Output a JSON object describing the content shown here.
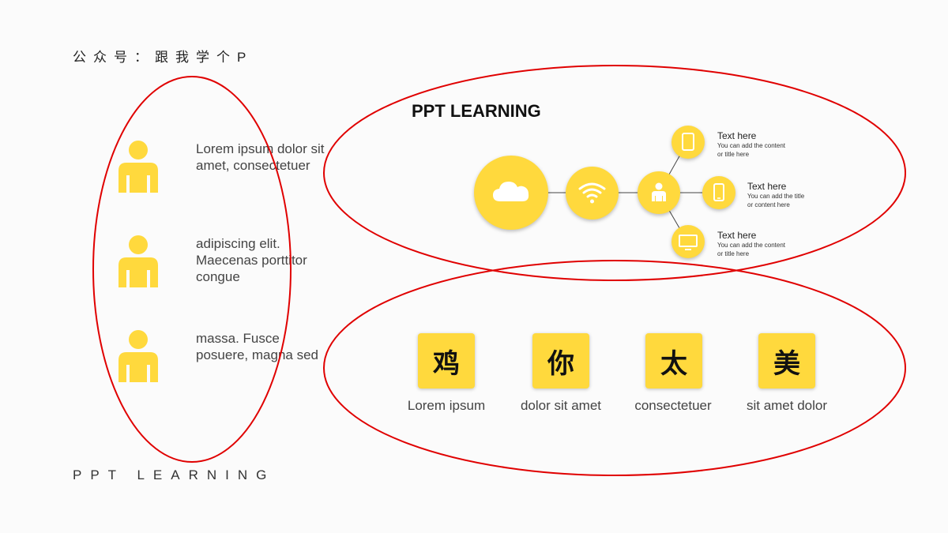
{
  "header": {
    "text": "公众号：跟我学个P"
  },
  "footer": {
    "text": "PPT LEARNING"
  },
  "people": [
    {
      "text": "Lorem ipsum dolor sit amet, consectetuer"
    },
    {
      "text": "adipiscing elit. Maecenas porttitor congue"
    },
    {
      "text": "massa. Fusce posuere, magna sed"
    }
  ],
  "diagram": {
    "title": "PPT LEARNING",
    "branches": [
      {
        "title": "Text here",
        "desc": "You can add the content or title here",
        "icon": "tablet-icon"
      },
      {
        "title": "Text here",
        "desc": "You can add the title or content here",
        "icon": "phone-icon"
      },
      {
        "title": "Text here",
        "desc": "You can add the content or title here",
        "icon": "monitor-icon"
      }
    ],
    "nodes": [
      "cloud-icon",
      "wifi-icon",
      "person-icon"
    ]
  },
  "chars": [
    {
      "char": "鸡",
      "label": "Lorem ipsum"
    },
    {
      "char": "你",
      "label": "dolor sit amet"
    },
    {
      "char": "太",
      "label": "consectetuer"
    },
    {
      "char": "美",
      "label": "sit amet dolor"
    }
  ],
  "colors": {
    "accent": "#ffd93d",
    "annotation": "#e00000"
  }
}
